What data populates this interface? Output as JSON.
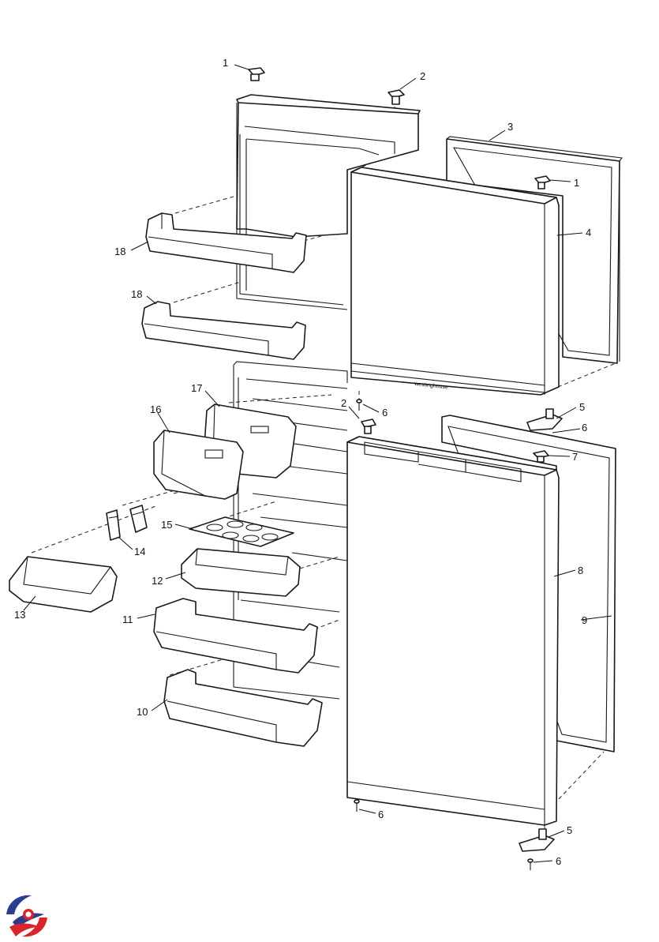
{
  "diagram": {
    "brand_label": "westinghouse",
    "callouts": {
      "door_cap_top": "1",
      "hinge_pin_top": "2",
      "freezer_gasket": "3",
      "freezer_door_cap": "1",
      "freezer_door": "4",
      "centre_hinge": "5",
      "centre_washer": "6",
      "centre_cap": "7",
      "fresh_food_door": "8",
      "fresh_food_gasket": "9",
      "bottle_shelf_lower": "10",
      "bottle_shelf": "11",
      "dairy_tray": "12",
      "crisper_tray": "13",
      "clips": "14",
      "egg_tray": "15",
      "bin_left": "16",
      "bin_right": "17",
      "freezer_shelf_upper": "18",
      "freezer_shelf_lower": "18",
      "hinge_pin_centre": "2",
      "screw_centre": "6",
      "screw_bottom_left": "6",
      "bottom_hinge": "5",
      "screw_bottom_right": "6"
    }
  },
  "logo": {
    "icon": "brand-swirl-logo",
    "colors": {
      "blue": "#2b3d8f",
      "red": "#d9252a"
    }
  }
}
